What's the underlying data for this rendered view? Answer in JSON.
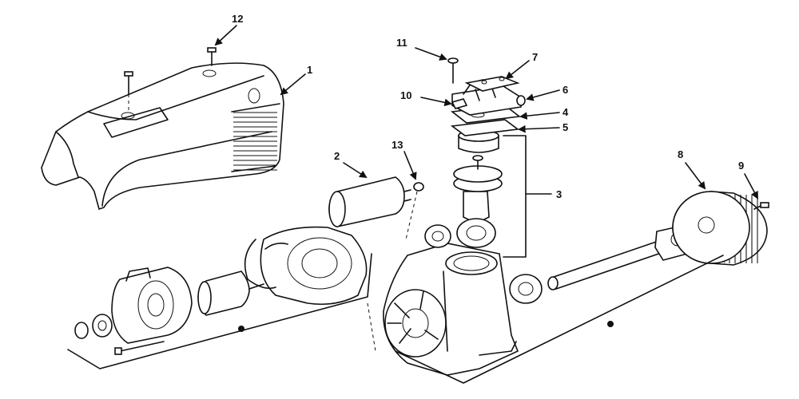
{
  "callouts": [
    {
      "id": "1",
      "label": "1"
    },
    {
      "id": "2",
      "label": "2"
    },
    {
      "id": "3",
      "label": "3"
    },
    {
      "id": "4",
      "label": "4"
    },
    {
      "id": "5",
      "label": "5"
    },
    {
      "id": "6",
      "label": "6"
    },
    {
      "id": "7",
      "label": "7"
    },
    {
      "id": "8",
      "label": "8"
    },
    {
      "id": "9",
      "label": "9"
    },
    {
      "id": "10",
      "label": "10"
    },
    {
      "id": "11",
      "label": "11"
    },
    {
      "id": "12",
      "label": "12"
    },
    {
      "id": "13",
      "label": "13"
    }
  ],
  "colors": {
    "ink": "#111111",
    "paper": "#ffffff"
  }
}
